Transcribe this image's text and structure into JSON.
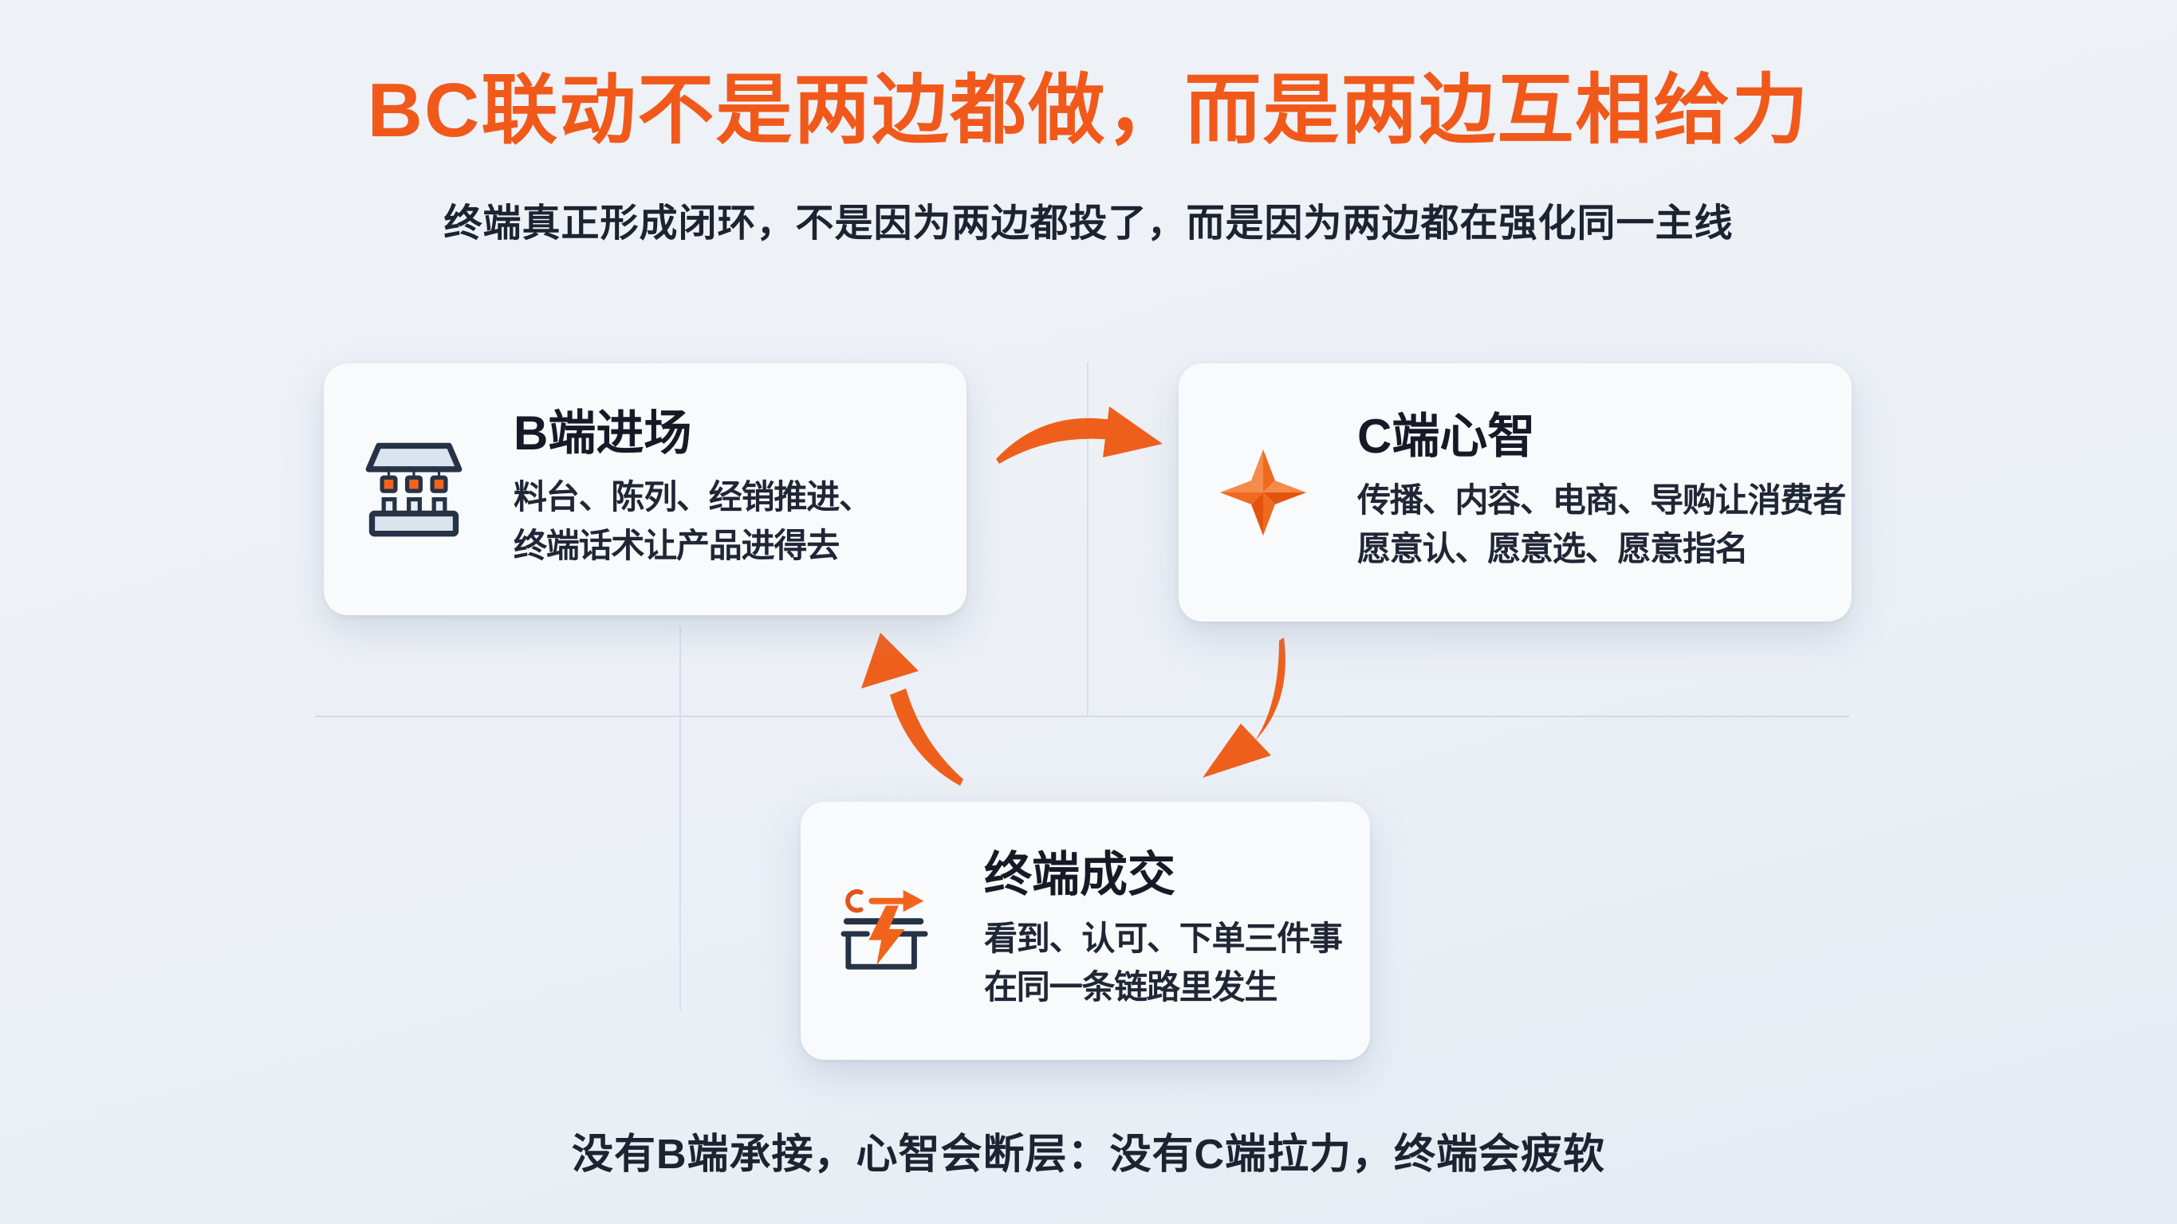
{
  "page": {
    "title": "BC联动不是两边都做，而是两边互相给力",
    "subtitle": "终端真正形成闭环，不是因为两边都投了，而是因为两边都在强化同一主线",
    "footer": "没有B端承接，心智会断层：没有C端拉力，终端会疲软"
  },
  "colors": {
    "accent_orange": "#F1591B",
    "arrow_orange": "#EF5F1C",
    "icon_orange": "#F2641C",
    "icon_outline_navy": "#263246",
    "icon_fill_blue": "#DAE4EF",
    "text_dark": "#1D2330",
    "card_background": "#F8FAFC",
    "page_background": "#EDF1F6",
    "gridline": "#D6DCE6"
  },
  "cards": [
    {
      "id": "b-side",
      "icon": "market-stall-icon",
      "title": "B端进场",
      "lines": [
        "料台、陈列、经销推进、",
        "终端话术让产品进得去"
      ]
    },
    {
      "id": "c-side",
      "icon": "sparkle-star-icon",
      "title": "C端心智",
      "lines": [
        "传播、内容、电商、导购让消费者",
        "愿意认、愿意选、愿意指名"
      ]
    },
    {
      "id": "terminal",
      "icon": "checkout-bolt-icon",
      "title": "终端成交",
      "lines": [
        "看到、认可、下单三件事",
        "在同一条链路里发生"
      ]
    }
  ],
  "arrows": [
    {
      "id": "b-to-c",
      "meaning": "B端进场 → C端心智"
    },
    {
      "id": "c-to-terminal",
      "meaning": "C端心智 → 终端成交"
    },
    {
      "id": "terminal-to-b",
      "meaning": "终端成交 → B端进场"
    }
  ]
}
